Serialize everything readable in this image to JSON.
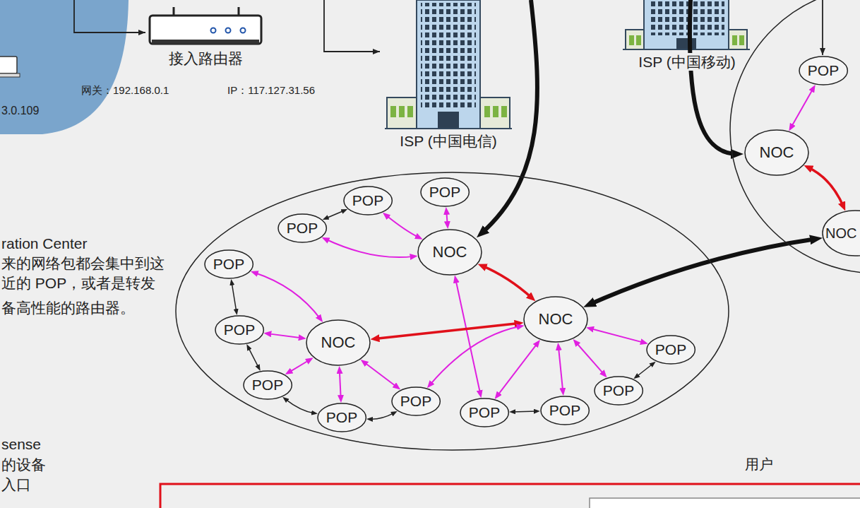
{
  "diagram": {
    "nodes": [
      {
        "text": [
          "接入路由器"
        ]
      },
      {
        "text": [
          "ISP (中国电信)"
        ]
      },
      {
        "text": [
          "ISP (中国移动)"
        ]
      },
      {
        "text": []
      },
      {
        "text": [
          "POP"
        ],
        "in": 3
      },
      {
        "text": [
          "NOC"
        ],
        "in": 3
      },
      {
        "text": [
          "NOC"
        ],
        "in": 3
      },
      {
        "text": []
      },
      {
        "text": [
          "POP"
        ],
        "in": 7
      },
      {
        "text": [
          "POP"
        ],
        "in": 7
      },
      {
        "text": [
          "POP"
        ],
        "in": 7
      },
      {
        "text": [
          "NOC"
        ],
        "in": 7
      },
      {
        "text": [
          "POP"
        ],
        "in": 7
      },
      {
        "text": [
          "NOC"
        ],
        "in": 7
      },
      {
        "text": [
          "POP"
        ],
        "in": 7
      },
      {
        "text": [
          "NOC"
        ],
        "in": 7
      },
      {
        "text": [
          "POP"
        ],
        "in": 7
      },
      {
        "text": [
          "POP"
        ],
        "in": 7
      },
      {
        "text": [
          "POP"
        ],
        "in": 7
      },
      {
        "text": [
          "POP"
        ],
        "in": 7
      },
      {
        "text": [
          "POP"
        ],
        "in": 7
      },
      {
        "text": [
          "POP"
        ],
        "in": 7
      },
      {
        "text": [
          "POP"
        ],
        "in": 7
      }
    ],
    "edges": [
      {
        "from": 4,
        "to": 5,
        "arrow": "both"
      },
      {
        "from": 5,
        "to": 6,
        "arrow": "both"
      },
      {
        "from": 13,
        "to": 6,
        "arrow": "both"
      },
      {
        "from": 10,
        "to": 8,
        "arrow": "both"
      },
      {
        "from": 8,
        "to": 11,
        "arrow": "both"
      },
      {
        "from": 9,
        "to": 11,
        "arrow": "both"
      },
      {
        "from": 10,
        "to": 11,
        "arrow": "both"
      },
      {
        "from": 11,
        "to": 13,
        "arrow": "both"
      },
      {
        "from": 11,
        "to": 20,
        "arrow": "both"
      },
      {
        "from": 12,
        "to": 15,
        "arrow": "both"
      },
      {
        "from": 12,
        "to": 14,
        "arrow": "both"
      },
      {
        "from": 14,
        "to": 15,
        "arrow": "both"
      },
      {
        "from": 14,
        "to": 17,
        "arrow": "both"
      },
      {
        "from": 17,
        "to": 15,
        "arrow": "both"
      },
      {
        "from": 17,
        "to": 22,
        "arrow": "both"
      },
      {
        "from": 15,
        "to": 22,
        "arrow": "both"
      },
      {
        "from": 15,
        "to": 19,
        "arrow": "both"
      },
      {
        "from": 22,
        "to": 19,
        "arrow": "both"
      },
      {
        "from": 15,
        "to": 13,
        "arrow": "both"
      },
      {
        "from": 19,
        "to": 13,
        "arrow": "both"
      },
      {
        "from": 20,
        "to": 13,
        "arrow": "both"
      },
      {
        "from": 20,
        "to": 21,
        "arrow": "both"
      },
      {
        "from": 21,
        "to": 13,
        "arrow": "both"
      },
      {
        "from": 18,
        "to": 13,
        "arrow": "both"
      },
      {
        "from": 16,
        "to": 13,
        "arrow": "both"
      },
      {
        "from": 18,
        "to": 16,
        "arrow": "both"
      }
    ],
    "labels": [
      "3.0.109",
      "网关：192.168.0.1",
      "IP：117.127.31.56",
      "ration Center",
      "来的网络包都会集中到这",
      "近的 POP，或者是转发",
      "备高性能的路由器。",
      "sense",
      "的设备",
      "入口",
      "用户"
    ]
  }
}
